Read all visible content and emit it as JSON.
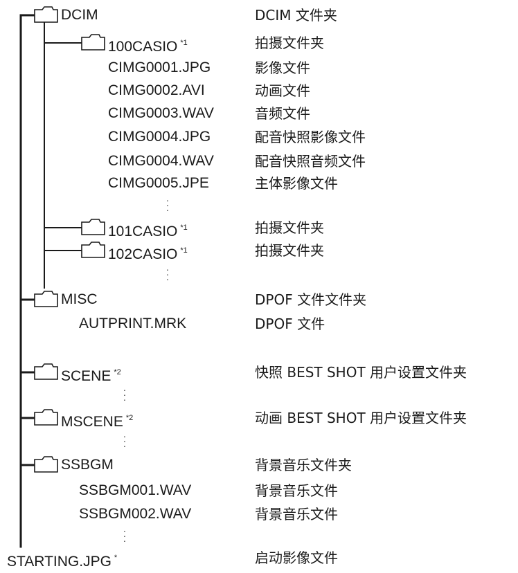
{
  "tree": {
    "dcim": {
      "name": "DCIM",
      "desc": "DCIM 文件夹"
    },
    "casio100": {
      "name": "100CASIO",
      "mark": "*1",
      "desc": "拍摄文件夹"
    },
    "files": [
      {
        "name": "CIMG0001.JPG",
        "desc": "影像文件"
      },
      {
        "name": "CIMG0002.AVI",
        "desc": "动画文件"
      },
      {
        "name": "CIMG0003.WAV",
        "desc": "音频文件"
      },
      {
        "name": "CIMG0004.JPG",
        "desc": "配音快照影像文件"
      },
      {
        "name": "CIMG0004.WAV",
        "desc": "配音快照音频文件"
      },
      {
        "name": "CIMG0005.JPE",
        "desc": "主体影像文件"
      }
    ],
    "casio101": {
      "name": "101CASIO",
      "mark": "*1",
      "desc": "拍摄文件夹"
    },
    "casio102": {
      "name": "102CASIO",
      "mark": "*1",
      "desc": "拍摄文件夹"
    },
    "misc": {
      "name": "MISC",
      "desc": "DPOF 文件文件夹"
    },
    "autprint": {
      "name": "AUTPRINT.MRK",
      "desc": "DPOF 文件"
    },
    "scene": {
      "name": "SCENE",
      "mark": "*2",
      "desc": "快照 BEST SHOT 用户设置文件夹"
    },
    "mscene": {
      "name": "MSCENE",
      "mark": "*2",
      "desc": "动画 BEST SHOT 用户设置文件夹"
    },
    "ssbgm": {
      "name": "SSBGM",
      "desc": "背景音乐文件夹"
    },
    "ssbgm001": {
      "name": "SSBGM001.WAV",
      "desc": "背景音乐文件"
    },
    "ssbgm002": {
      "name": "SSBGM002.WAV",
      "desc": "背景音乐文件"
    },
    "starting": {
      "name": "STARTING.JPG",
      "mark": "*",
      "desc": "启动影像文件"
    }
  },
  "folder_icon": "folder-icon"
}
